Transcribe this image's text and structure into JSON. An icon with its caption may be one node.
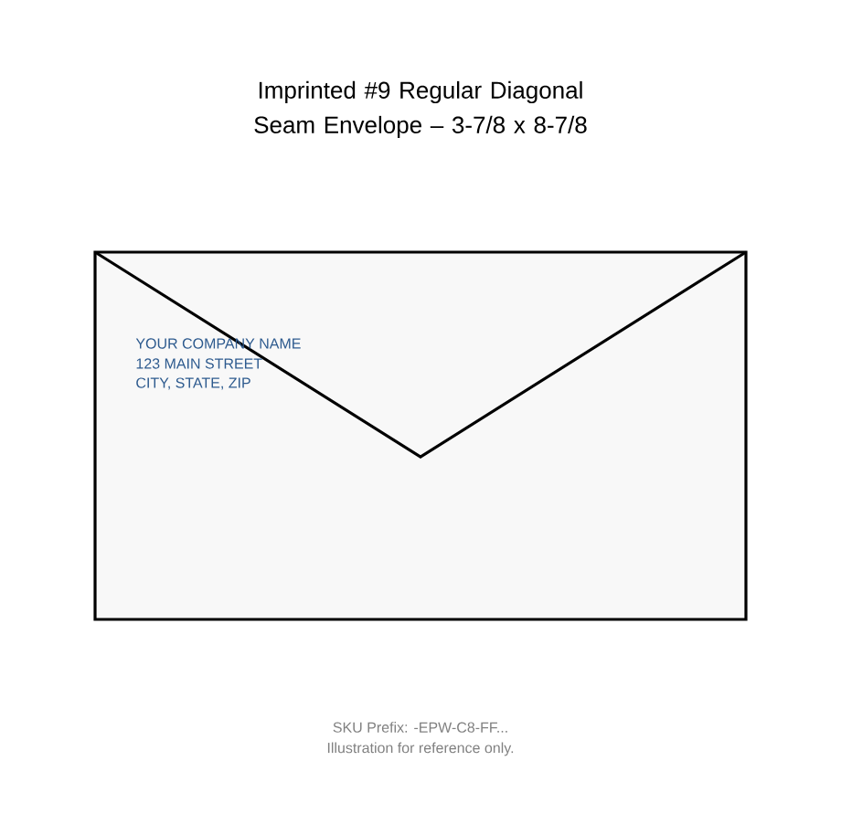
{
  "diagram": {
    "title": "Imprinted #9 Regular Diagonal Seam Envelope – 3-7/8 x 8-7/8",
    "labels": [
      "YOUR COMPANY NAME",
      "123 MAIN STREET",
      "CITY, STATE, ZIP",
      "SKU Prefix: -EPW-C8-FF...",
      "Illustration for reference only."
    ]
  }
}
